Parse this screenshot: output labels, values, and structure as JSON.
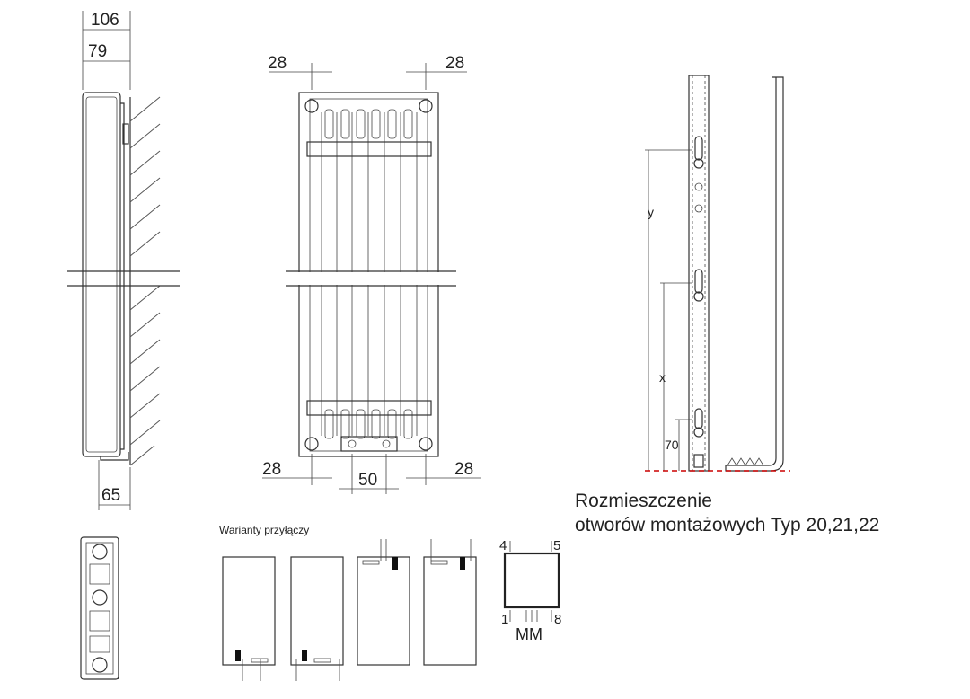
{
  "side_view": {
    "dim_top_outer": "106",
    "dim_top_inner": "79",
    "dim_bottom": "65"
  },
  "front_view": {
    "dim_top_left": "28",
    "dim_top_right": "28",
    "dim_bottom_left": "28",
    "dim_bottom_right": "28",
    "dim_bottom_center": "50"
  },
  "mounting": {
    "label_y": "y",
    "label_x": "x",
    "label_70": "70",
    "caption_line1": "Rozmieszczenie",
    "caption_line2": "otworów montażowych Typ 20,21,22"
  },
  "connections": {
    "title": "Warianty przyłączy",
    "num_4": "4",
    "num_5": "5",
    "num_1": "1",
    "num_8": "8",
    "label_mm": "MM"
  },
  "colors": {
    "line": "#333333",
    "floor_dashed": "#cc0000"
  }
}
